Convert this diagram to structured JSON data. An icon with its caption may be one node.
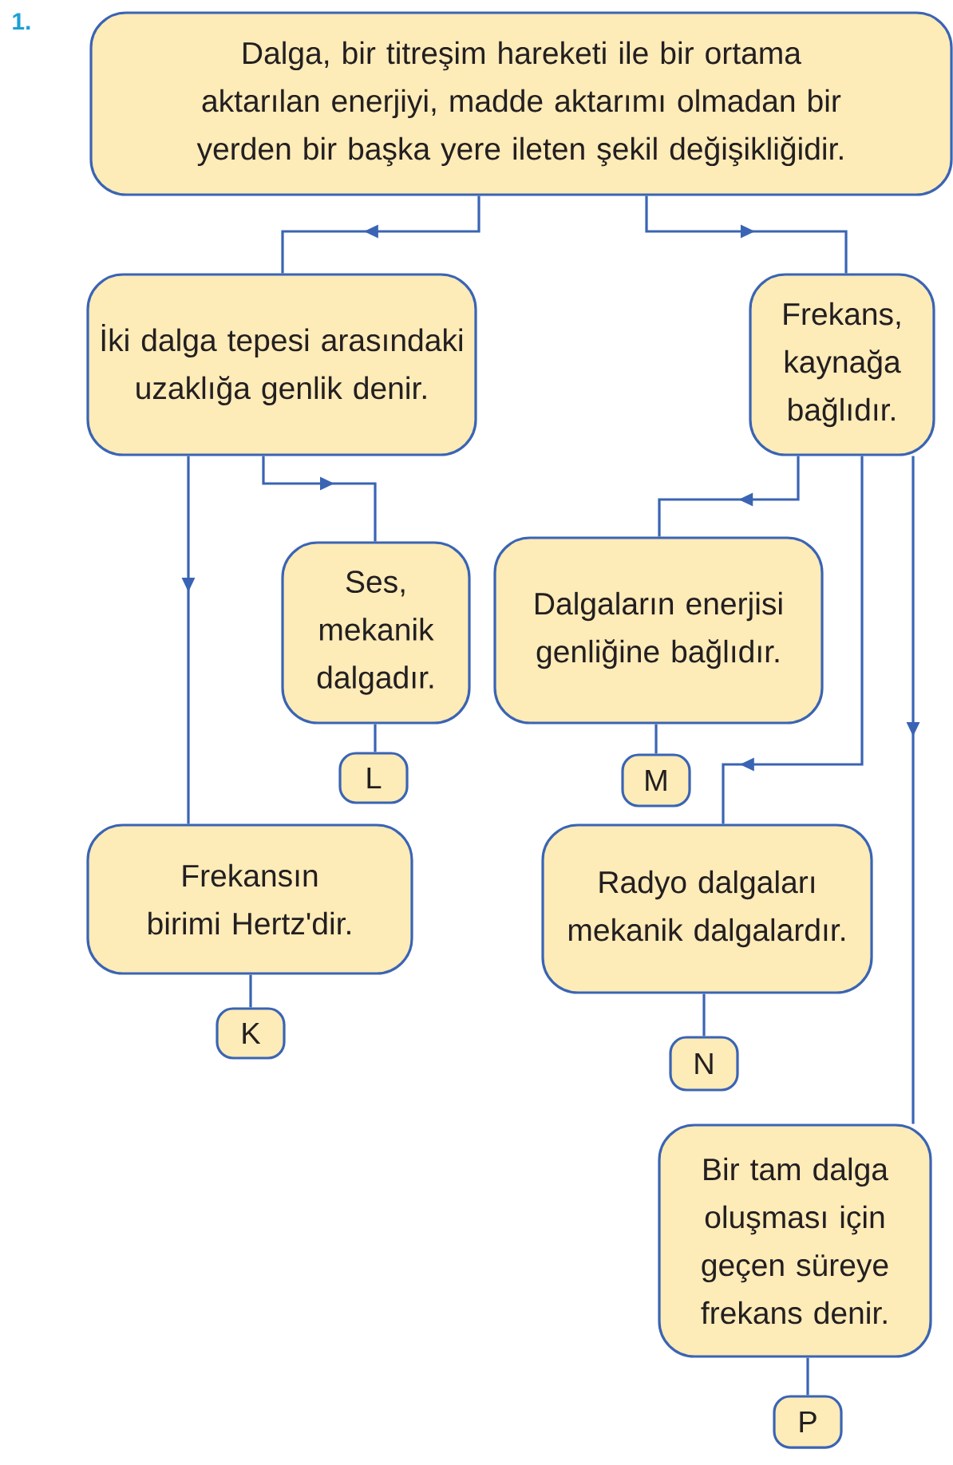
{
  "diagram": {
    "nodes": [
      {
        "text": [
          "Dalga, bir titreşim hareketi ile bir ortama aktarılan enerjiyi, madde aktarımı olmadan bir yerden bir başka yere ileten şekil değişikliğidir."
        ]
      },
      {
        "text": [
          "İki dalga tepesi arasındaki uzaklığa genlik denir."
        ]
      },
      {
        "text": [
          "Frekans, kaynağa bağlıdır."
        ]
      },
      {
        "text": [
          "Ses, mekanik dalgadır."
        ]
      },
      {
        "text": [
          "L"
        ]
      },
      {
        "text": [
          "Dalgaların enerjisi genliğine bağlıdır."
        ]
      },
      {
        "text": [
          "M"
        ]
      },
      {
        "text": [
          "Frekansın birimi Hertz'dir."
        ]
      },
      {
        "text": [
          "K"
        ]
      },
      {
        "text": [
          "Radyo dalgaları mekanik dalgalardır."
        ]
      },
      {
        "text": [
          "N"
        ]
      },
      {
        "text": [
          "Bir tam dalga oluşması için geçen süreye frekans denir."
        ]
      },
      {
        "text": [
          "P"
        ]
      }
    ],
    "edges": [
      {
        "from": 0,
        "to": 1,
        "arrow": "to"
      },
      {
        "from": 0,
        "to": 2,
        "arrow": "to"
      },
      {
        "from": 1,
        "to": 7,
        "arrow": "to"
      },
      {
        "from": 1,
        "to": 3,
        "arrow": "to"
      },
      {
        "from": 2,
        "to": 5,
        "arrow": "to"
      },
      {
        "from": 2,
        "to": 9,
        "arrow": "to"
      },
      {
        "from": 2,
        "to": 11,
        "arrow": "to"
      },
      {
        "from": 3,
        "to": 4,
        "arrow": "none"
      },
      {
        "from": 5,
        "to": 6,
        "arrow": "none"
      },
      {
        "from": 7,
        "to": 8,
        "arrow": "none"
      },
      {
        "from": 9,
        "to": 10,
        "arrow": "none"
      },
      {
        "from": 11,
        "to": 12,
        "arrow": "none"
      }
    ],
    "labels": [
      "1."
    ]
  }
}
